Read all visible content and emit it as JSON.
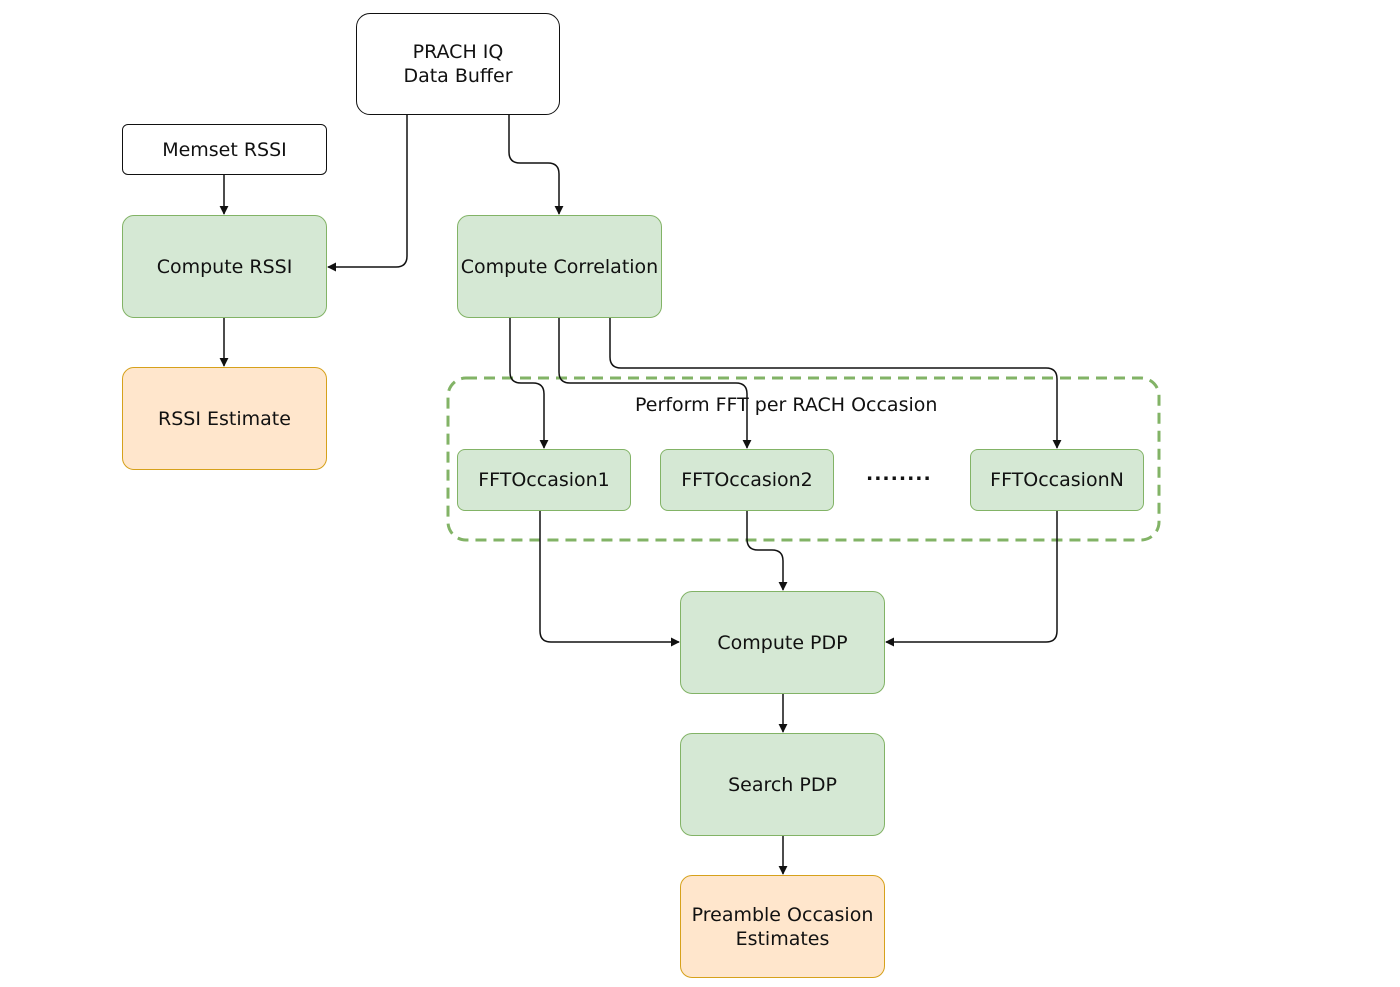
{
  "nodes": {
    "prach_buffer": "PRACH IQ\nData Buffer",
    "memset_rssi": "Memset RSSI",
    "compute_rssi": "Compute RSSI",
    "rssi_estimate": "RSSI Estimate",
    "compute_correlation": "Compute Correlation",
    "fft_occasion_1": "FFTOccasion1",
    "fft_occasion_2": "FFTOccasion2",
    "fft_occasion_n": "FFTOccasionN",
    "compute_pdp": "Compute PDP",
    "search_pdp": "Search PDP",
    "preamble_estimates": "Preamble Occasion\nEstimates"
  },
  "group": {
    "label": "Perform FFT per RACH Occasion",
    "ellipsis": "........"
  },
  "edges": [
    {
      "from": "memset_rssi",
      "to": "compute_rssi"
    },
    {
      "from": "prach_buffer",
      "to": "compute_rssi"
    },
    {
      "from": "prach_buffer",
      "to": "compute_correlation"
    },
    {
      "from": "compute_rssi",
      "to": "rssi_estimate"
    },
    {
      "from": "compute_correlation",
      "to": "fft_occasion_1"
    },
    {
      "from": "compute_correlation",
      "to": "fft_occasion_2"
    },
    {
      "from": "compute_correlation",
      "to": "fft_occasion_n"
    },
    {
      "from": "fft_occasion_1",
      "to": "compute_pdp"
    },
    {
      "from": "fft_occasion_2",
      "to": "compute_pdp"
    },
    {
      "from": "fft_occasion_n",
      "to": "compute_pdp"
    },
    {
      "from": "compute_pdp",
      "to": "search_pdp"
    },
    {
      "from": "search_pdp",
      "to": "preamble_estimates"
    }
  ],
  "colors": {
    "process_fill": "#d5e8d4",
    "process_border": "#82b366",
    "output_fill": "#ffe6cc",
    "output_border": "#d6a11b",
    "group_border": "#82b366",
    "line": "#111111"
  }
}
